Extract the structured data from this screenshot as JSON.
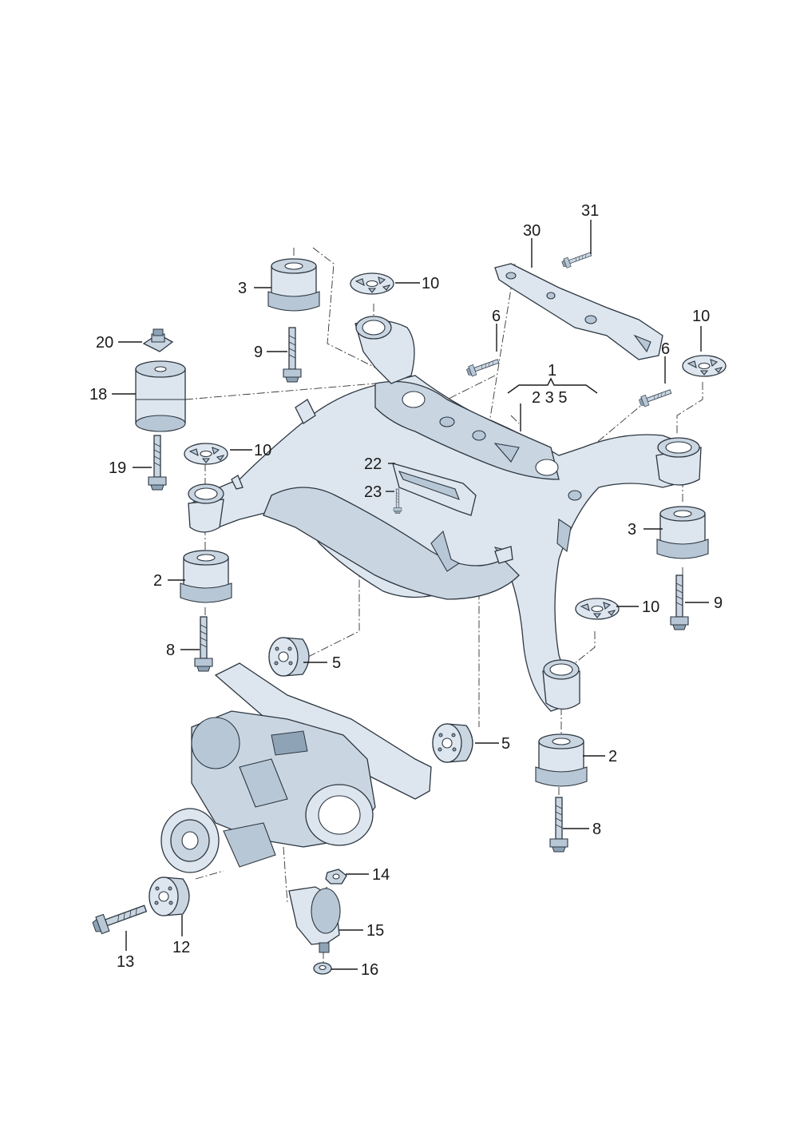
{
  "callouts": {
    "c1": "1",
    "c1_sub": "2 3 5",
    "c2a": "2",
    "c2b": "2",
    "c3a": "3",
    "c3b": "3",
    "c5a": "5",
    "c5b": "5",
    "c6a": "6",
    "c6b": "6",
    "c8a": "8",
    "c8b": "8",
    "c9a": "9",
    "c9b": "9",
    "c10a": "10",
    "c10b": "10",
    "c10c": "10",
    "c10d": "10",
    "c12": "12",
    "c13": "13",
    "c14": "14",
    "c15": "15",
    "c16": "16",
    "c18": "18",
    "c19": "19",
    "c20": "20",
    "c22": "22",
    "c23": "23",
    "c30": "30",
    "c31": "31"
  }
}
